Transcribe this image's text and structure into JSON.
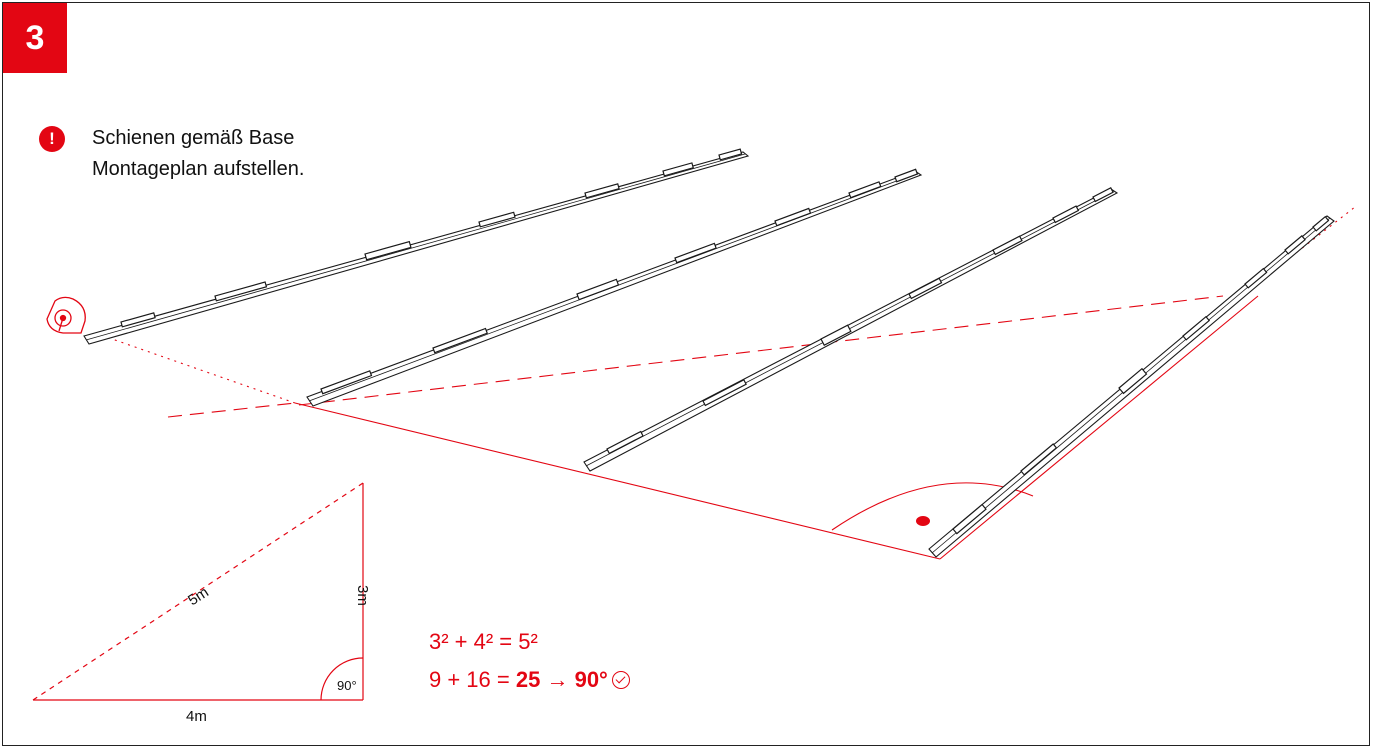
{
  "step": {
    "number": "3"
  },
  "warning": {
    "symbol": "!",
    "lines": [
      "Schienen gemäß Base",
      "Montageplan aufstellen."
    ]
  },
  "triangle": {
    "hypotenuse_label": "5m",
    "height_label": "3m",
    "base_label": "4m",
    "angle_label": "90°"
  },
  "formula": {
    "line1": "3² + 4² = 5²",
    "line2_prefix": "9 + 16  = ",
    "line2_result": "25",
    "line2_arrow": " → ",
    "line2_angle": "90°"
  },
  "icons": {
    "warning": "exclamation-icon",
    "tape": "tape-measure-icon",
    "check": "check-circle-icon"
  },
  "colors": {
    "accent": "#e30613",
    "line": "#1a1a1a"
  }
}
